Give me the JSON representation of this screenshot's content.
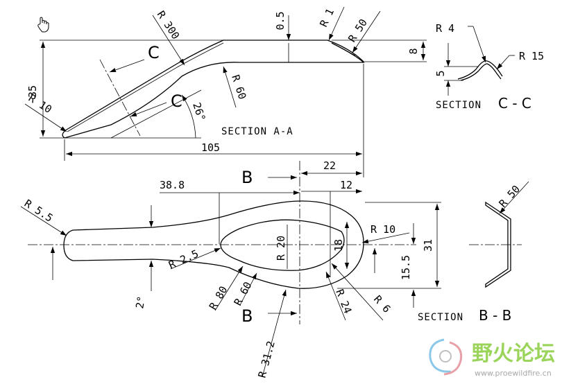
{
  "section_aa": {
    "title": "SECTION A-A",
    "dims": {
      "r300": "R 300",
      "t05": "0.5",
      "r1": "R 1",
      "r50": "R 50",
      "h8": "8",
      "h35": "35",
      "r10": "R 10",
      "r60": "R 60",
      "ang26": "26°",
      "len105": "105"
    },
    "cut_label_1": "C",
    "cut_label_2": "C"
  },
  "section_cc": {
    "title": "SECTION",
    "title_letters": "C - C",
    "dims": {
      "r4": "R 4",
      "r15": "R 15",
      "h5": "5"
    }
  },
  "plan_view": {
    "cut_label_top": "B",
    "cut_label_bottom": "B",
    "dims": {
      "d22": "22",
      "d12": "12",
      "d388": "38.8",
      "r55": "R 5.5",
      "r20": "R 20",
      "d18": "18",
      "r10": "R 10",
      "d31": "31",
      "d155": "15.5",
      "r25": "R 2.5",
      "ang2": "2°",
      "r80": "R 80",
      "r60": "R 60",
      "r24": "R 24",
      "r6": "R 6",
      "r312": "R 31.2"
    }
  },
  "section_bb": {
    "title": "SECTION",
    "title_letters": "B - B",
    "dims": {
      "r50": "R 50"
    }
  },
  "watermark": {
    "text": "野火论坛",
    "url": "www.proewildfire.cn"
  },
  "colors": {
    "ink": "#000000",
    "watermark_green": "#9bd45a",
    "watermark_red": "#e8a0a8",
    "watermark_blue": "#8cc8e8"
  }
}
